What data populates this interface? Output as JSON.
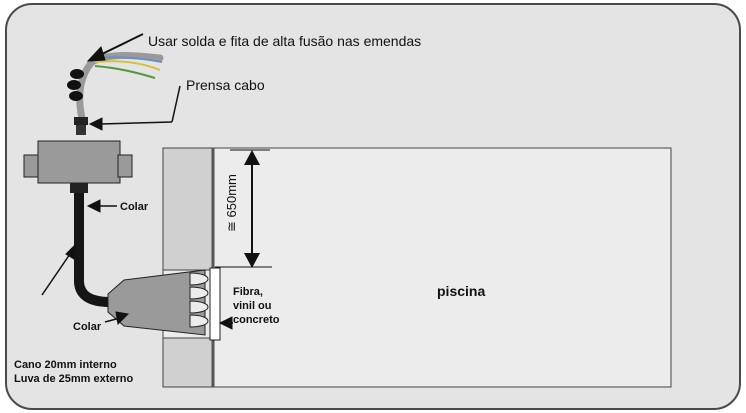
{
  "labels": {
    "solda": "Usar solda e fita de alta fusão nas emendas",
    "prensa_cabo": "Prensa cabo",
    "colar_top": "Colar",
    "colar_bottom": "Colar",
    "dimension": "≅ 650mm",
    "wall_line1": "Fibra,",
    "wall_line2": "vinil ou",
    "wall_line3": "concreto",
    "pool": "piscina",
    "pipe_line1": "Cano 20mm interno",
    "pipe_line2": "Luva de 25mm externo"
  },
  "colors": {
    "background": "#e4e4e4",
    "frame_border": "#4a4a4a",
    "pool_fill": "#ececec",
    "wall_fill": "#d0d0d0",
    "housing_fill": "#9a9a9a",
    "conduit": "#151515",
    "wire_yellow": "#d4c23a",
    "wire_green": "#4f9a3c",
    "wire_blue": "#6a8fc0"
  },
  "icons": {
    "cable": "cable-icon",
    "junction_box": "junction-box-icon",
    "light_housing": "pool-light-housing-icon"
  }
}
